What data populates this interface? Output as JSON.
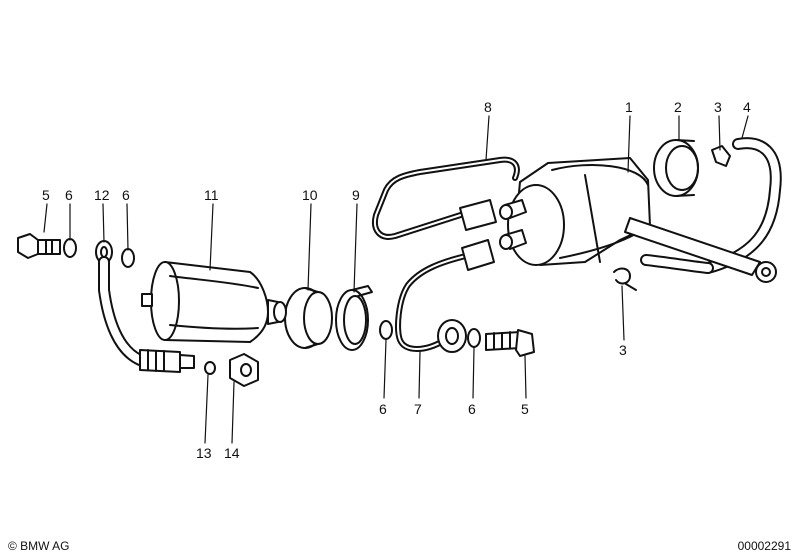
{
  "diagram": {
    "callouts": [
      "1",
      "2",
      "3",
      "4",
      "8",
      "5",
      "6",
      "12",
      "6",
      "11",
      "10",
      "9",
      "3",
      "6",
      "7",
      "6",
      "5",
      "13",
      "14"
    ]
  },
  "footer": {
    "copyright": "© BMW AG",
    "code": "00002291"
  }
}
